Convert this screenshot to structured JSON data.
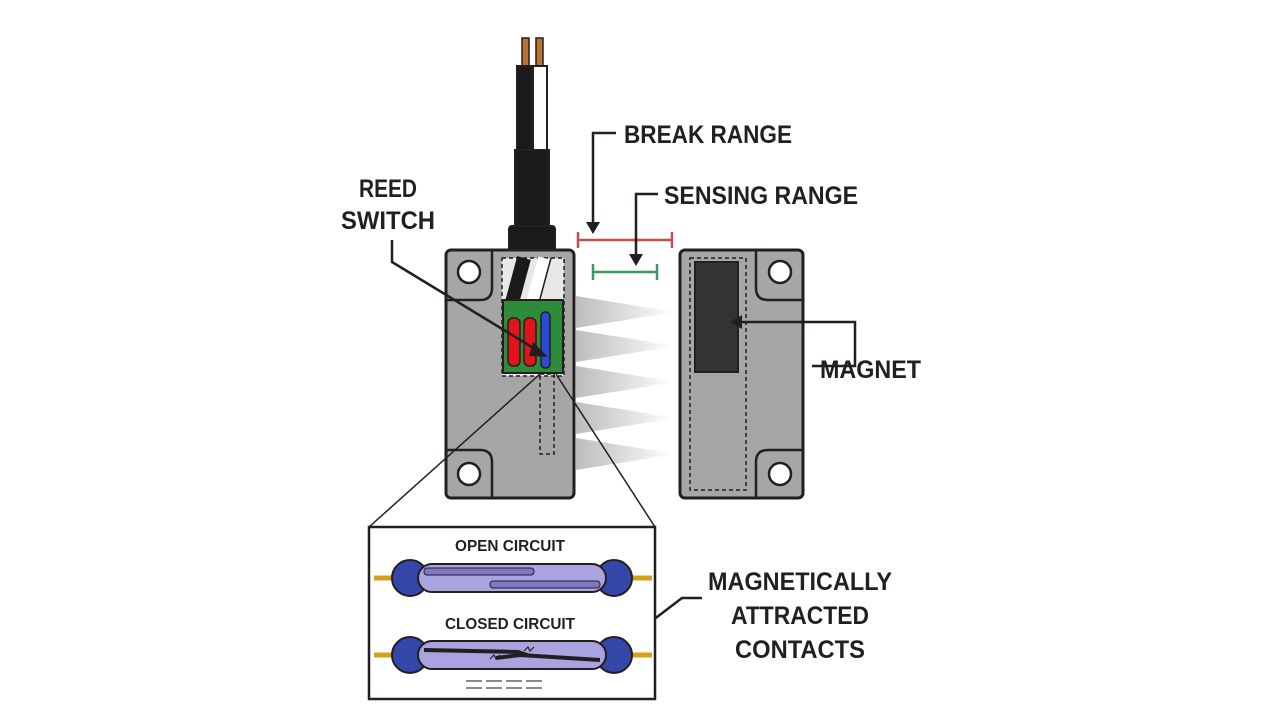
{
  "labels": {
    "break_range": "BREAK RANGE",
    "sensing_range": "SENSING RANGE",
    "reed_switch_line1": "REED",
    "reed_switch_line2": "SWITCH",
    "magnet": "MAGNET",
    "open_circuit": "OPEN CIRCUIT",
    "closed_circuit": "CLOSED CIRCUIT",
    "contacts_line1": "MAGNETICALLY",
    "contacts_line2": "ATTRACTED",
    "contacts_line3": "CONTACTS"
  },
  "colors": {
    "housing": "#a6a6a6",
    "outline": "#231f20",
    "pcb": "#2e8b3a",
    "reed_red": "#e3131b",
    "reed_blue": "#2a4bd7",
    "magnet": "#333333",
    "break_range": "#c0504d",
    "sensing_range": "#3a9a5b",
    "glass_tube": "#a9a3e0",
    "tube_end": "#3447a8",
    "lead": "#d4a017"
  }
}
